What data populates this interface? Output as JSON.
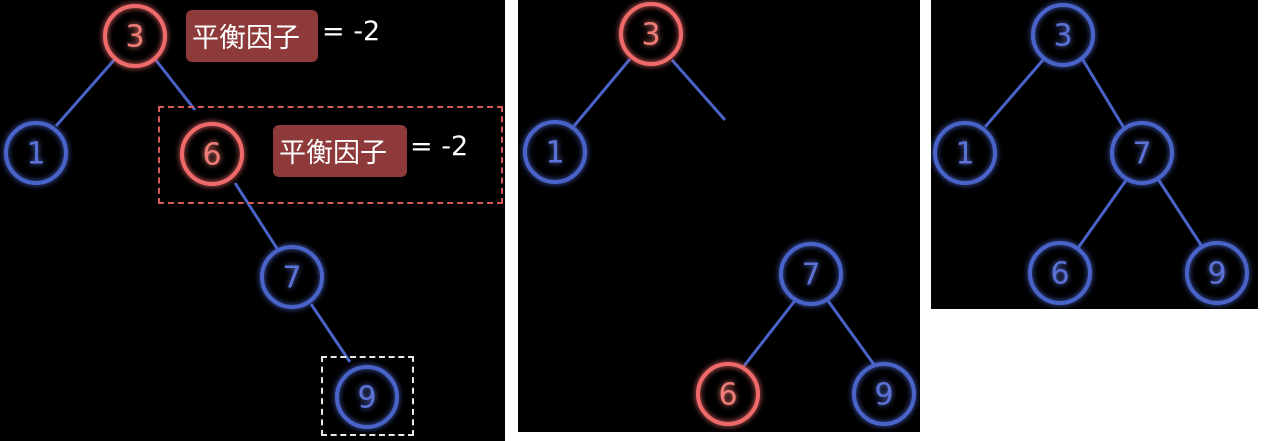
{
  "colors": {
    "background": "#000000",
    "blue": "#4a63c8",
    "blue_text": "#5b72d6",
    "red": "#ef6b6b",
    "red_text": "#f07d77",
    "label_bg": "#8e3a3a",
    "red_dash": "#d65a5a",
    "white_dash": "#e8e8e8"
  },
  "panel1": {
    "nodes": [
      "3",
      "1",
      "6",
      "7",
      "9"
    ],
    "label_root": {
      "text": "平衡因子",
      "value": "= -2"
    },
    "label_six": {
      "text": "平衡因子",
      "value": "= -2"
    }
  },
  "panel2": {
    "nodes": [
      "3",
      "1",
      "7",
      "6",
      "9"
    ]
  },
  "panel3": {
    "nodes": [
      "3",
      "1",
      "7",
      "6",
      "9"
    ]
  }
}
